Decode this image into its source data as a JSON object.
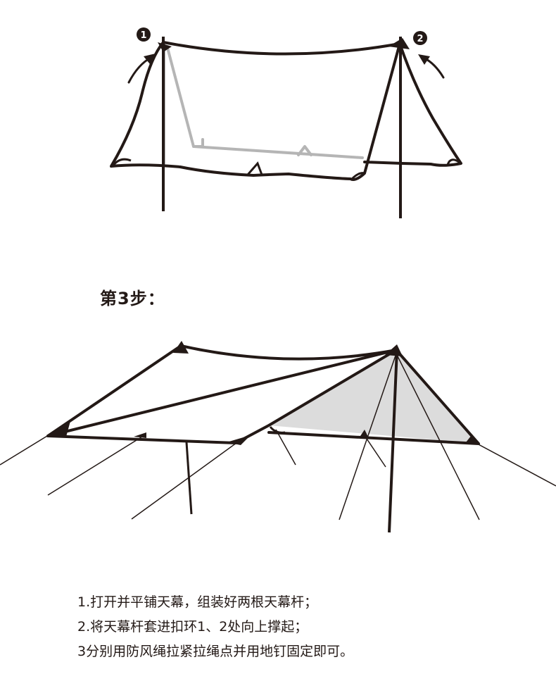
{
  "callouts": {
    "one": "1",
    "two": "2"
  },
  "step": {
    "title": "第3步："
  },
  "instructions": [
    "1.打开并平铺天幕，组装好两根天幕杆；",
    "2.将天幕杆套进扣环1、2处向上撑起；",
    "3分别用防风绳拉紧拉绳点并用地钉固定即可。"
  ],
  "colors": {
    "ink": "#231916",
    "ghost": "#b5b5b5",
    "shade": "#dcdcdc"
  }
}
